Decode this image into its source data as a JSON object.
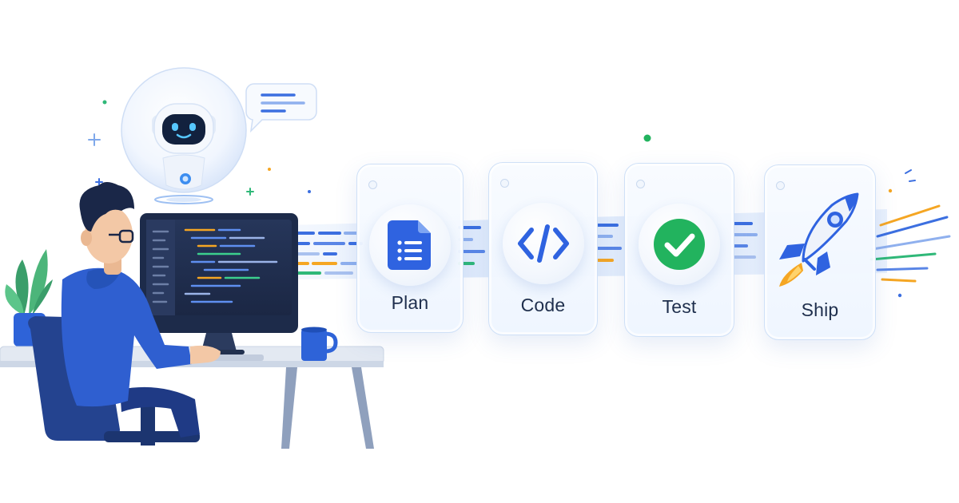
{
  "steps": [
    {
      "label": "Plan",
      "icon": "document-list-icon"
    },
    {
      "label": "Code",
      "icon": "code-brackets-icon"
    },
    {
      "label": "Test",
      "icon": "check-circle-icon"
    },
    {
      "label": "Ship",
      "icon": "rocket-icon"
    }
  ],
  "colors": {
    "primary": "#2f63e0",
    "success": "#22b35e",
    "accent_orange": "#f5a623",
    "label_text": "#1f2f4d",
    "hoodie": "#2f5fd0",
    "chair": "#24438f",
    "monitor": "#1d2b4a"
  }
}
